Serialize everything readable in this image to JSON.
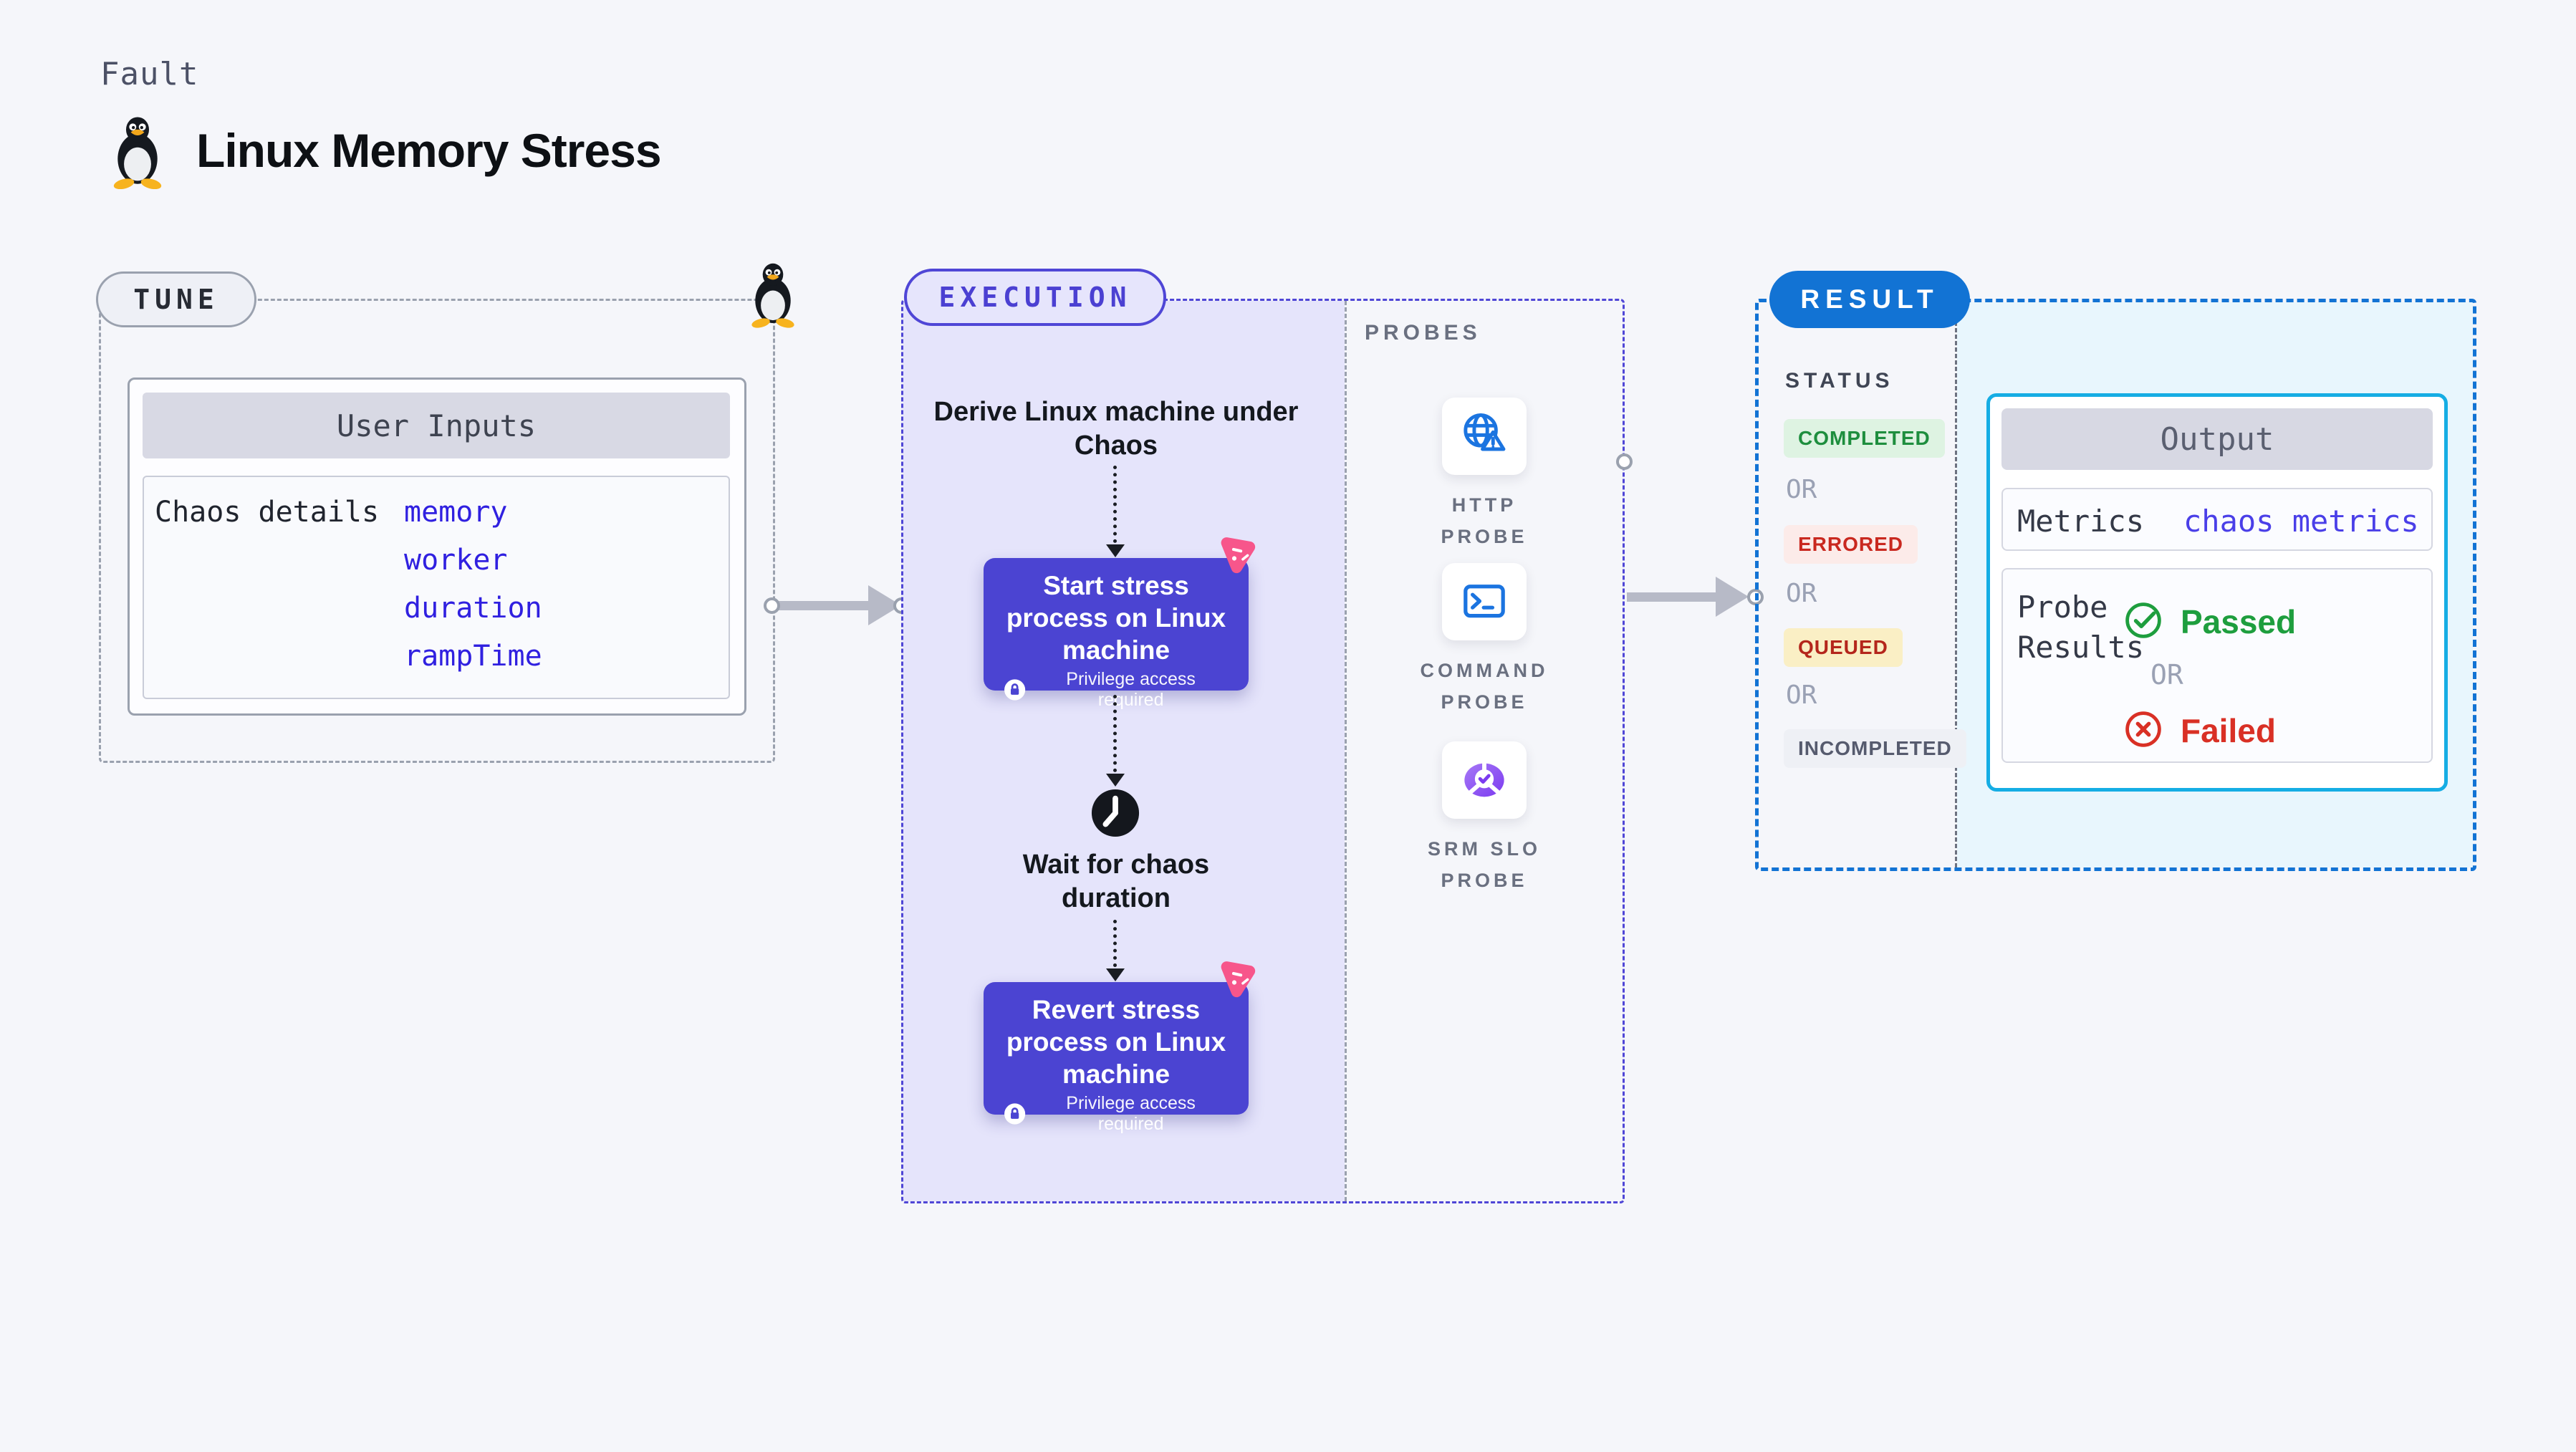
{
  "header": {
    "kicker": "Fault",
    "title": "Linux Memory Stress",
    "icon": "tux-penguin-icon"
  },
  "tune": {
    "label": "TUNE",
    "corner_icon": "tux-penguin-icon",
    "user_inputs": {
      "title": "User Inputs",
      "row_label": "Chaos details",
      "values": [
        "memory",
        "worker",
        "duration",
        "rampTime"
      ]
    }
  },
  "execution": {
    "label": "EXECUTION",
    "derive_text": "Derive Linux machine under Chaos",
    "start_node": {
      "text": "Start stress process on Linux machine",
      "badge": "Privilege access required",
      "badge_icon": "lock-icon",
      "corner_icon": "chaos-pink-icon"
    },
    "wait_step": {
      "text": "Wait for chaos duration",
      "icon": "clock-icon"
    },
    "revert_node": {
      "text": "Revert stress process on Linux machine",
      "badge": "Privilege access required",
      "badge_icon": "lock-icon",
      "corner_icon": "chaos-pink-icon"
    },
    "probes": {
      "label": "PROBES",
      "items": [
        {
          "name": "HTTP PROBE",
          "icon": "globe-warning-icon"
        },
        {
          "name": "COMMAND PROBE",
          "icon": "terminal-icon"
        },
        {
          "name": "SRM SLO PROBE",
          "icon": "slo-pie-check-icon"
        }
      ]
    }
  },
  "result": {
    "label": "RESULT",
    "status": {
      "label": "STATUS",
      "separator": "OR",
      "options": [
        {
          "text": "COMPLETED",
          "kind": "success"
        },
        {
          "text": "ERRORED",
          "kind": "error"
        },
        {
          "text": "QUEUED",
          "kind": "warning"
        },
        {
          "text": "INCOMPLETED",
          "kind": "neutral"
        }
      ]
    },
    "output": {
      "title": "Output",
      "metrics_label": "Metrics",
      "metrics_value": "chaos metrics",
      "probe_results_label": "Probe Results",
      "passed": "Passed",
      "or": "OR",
      "failed": "Failed",
      "passed_icon": "check-circle-icon",
      "failed_icon": "x-circle-icon"
    }
  },
  "colors": {
    "page_bg": "#f5f6fa",
    "indigo": "#4f46d6",
    "indigo_node": "#4b44d2",
    "lavender_fill": "#e5e4fb",
    "pink": "#f7568b",
    "result_blue": "#1273d4",
    "cyan_border": "#15ade4",
    "cyan_fill": "#e8f6fd",
    "gray_dash": "#9aa1ae",
    "success_green": "#1e8e3e",
    "error_red": "#c9281f",
    "warning_text": "#b4261c",
    "value_blue": "#3020e0",
    "arrow_gray": "#b7bac7"
  }
}
